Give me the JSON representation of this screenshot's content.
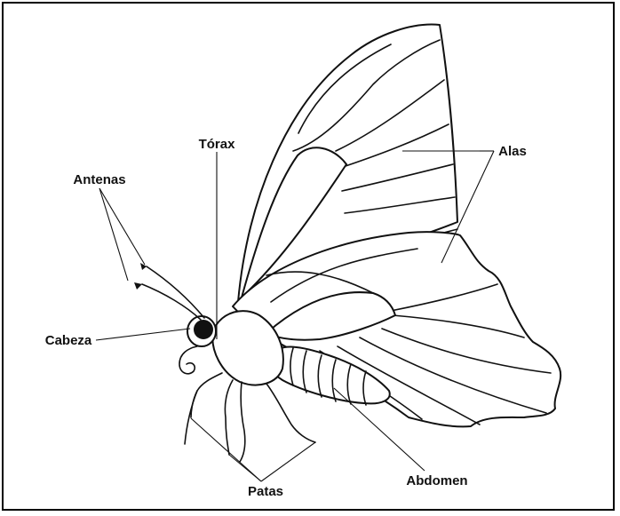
{
  "labels": {
    "torax": "Tórax",
    "antenas": "Antenas",
    "alas": "Alas",
    "cabeza": "Cabeza",
    "abdomen": "Abdomen",
    "patas": "Patas"
  },
  "colors": {
    "line": "#111111",
    "background": "#ffffff"
  }
}
